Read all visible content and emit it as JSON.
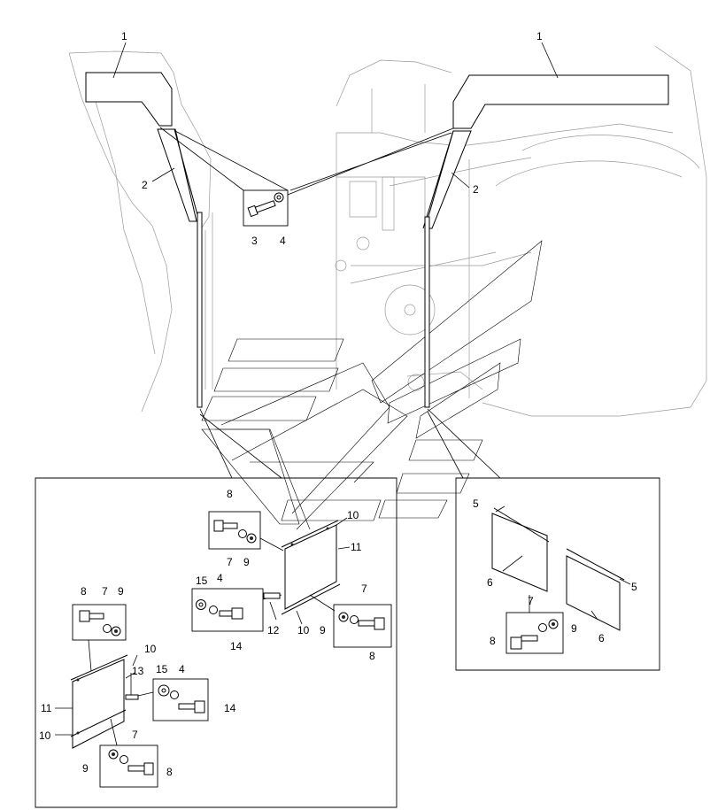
{
  "callouts": {
    "c1_left": "1",
    "c1_right": "1",
    "c2_left": "2",
    "c2_right": "2",
    "c3": "3",
    "c4_top": "4",
    "c5_top": "5",
    "c5_bottom": "5",
    "c6_top": "6",
    "c6_bottom": "6",
    "c7_a": "7",
    "c7_b": "7",
    "c7_c": "7",
    "c7_d": "7",
    "c7_e": "7",
    "c8_a": "8",
    "c8_b": "8",
    "c8_c": "8",
    "c8_d": "8",
    "c8_e": "8",
    "c9_a": "9",
    "c9_b": "9",
    "c9_c": "9",
    "c9_d": "9",
    "c9_e": "9",
    "c10_a": "10",
    "c10_b": "10",
    "c10_c": "10",
    "c10_d": "10",
    "c11_a": "11",
    "c11_b": "11",
    "c12": "12",
    "c13": "13",
    "c14_a": "14",
    "c14_b": "14",
    "c15_a": "15",
    "c15_b": "15",
    "c4_a": "4",
    "c4_b": "4"
  }
}
